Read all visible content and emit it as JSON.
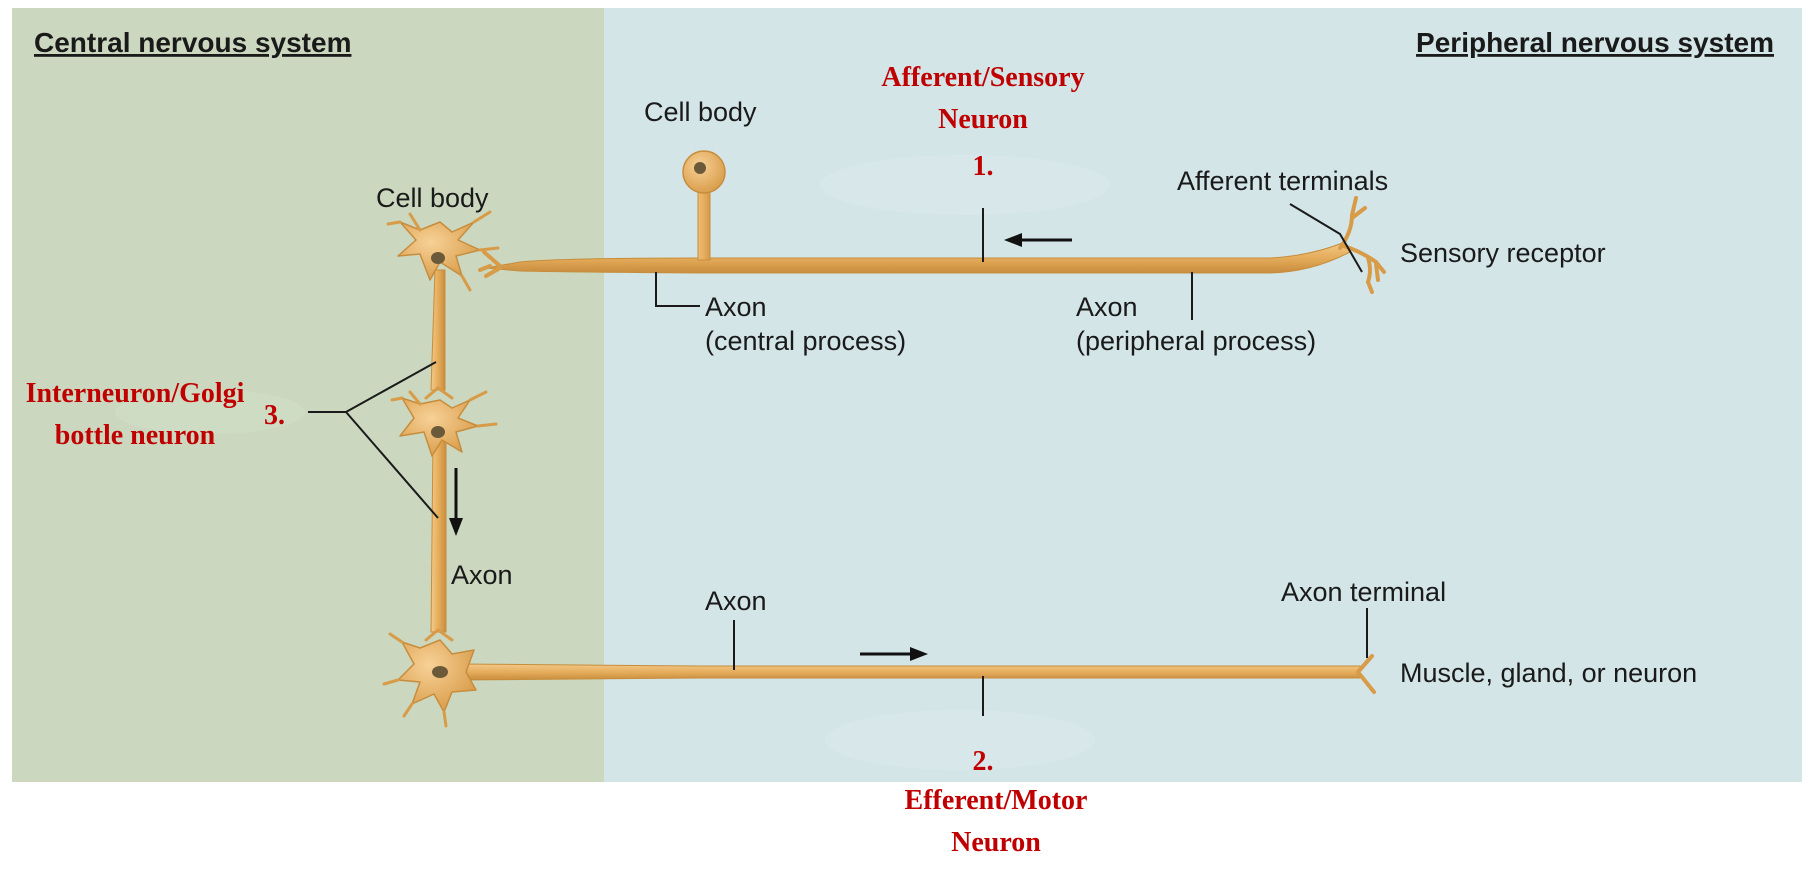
{
  "regions": {
    "cns_title": "Central nervous system",
    "pns_title": "Peripheral nervous system"
  },
  "sensory": {
    "cell_body": "Cell body",
    "name_line1": "Afferent/Sensory",
    "name_line2": "Neuron",
    "number": "1.",
    "afferent_terminals": "Afferent terminals",
    "sensory_receptor": "Sensory receptor",
    "axon_central_line1": "Axon",
    "axon_central_line2": "(central process)",
    "axon_peripheral_line1": "Axon",
    "axon_peripheral_line2": "(peripheral process)"
  },
  "interneuron": {
    "cell_body": "Cell body",
    "name_line1": "Interneuron/Golgi",
    "name_line2": "bottle neuron",
    "number": "3.",
    "axon": "Axon"
  },
  "motor": {
    "axon": "Axon",
    "axon_terminal": "Axon terminal",
    "target": "Muscle, gland, or neuron",
    "number": "2.",
    "name_line1": "Efferent/Motor",
    "name_line2": "Neuron"
  },
  "colors": {
    "cns_bg": "#cbd8bf",
    "pns_bg": "#d3e5e7",
    "neuron_fill": "#e8b466",
    "neuron_stroke": "#c78d3c",
    "nucleus": "#6b5a3a",
    "label_red": "#c00000"
  }
}
